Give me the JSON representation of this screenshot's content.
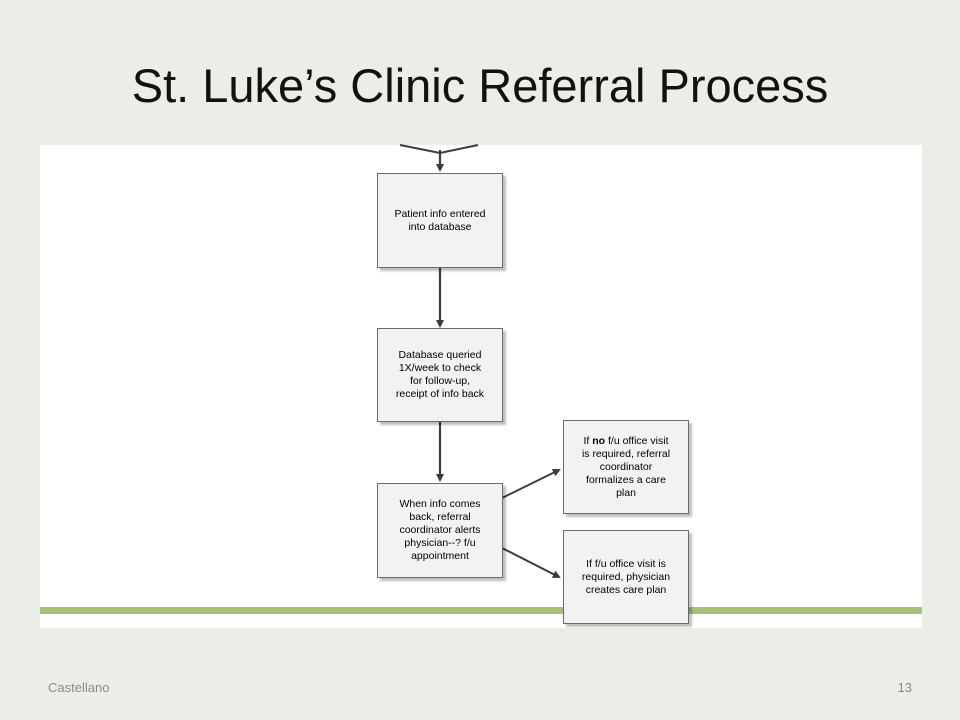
{
  "slide": {
    "title": "St. Luke’s Clinic Referral Process",
    "footer_left": "Castellano",
    "page_number": "13"
  },
  "diagram": {
    "nodes": {
      "entered": {
        "lines": [
          "Patient info entered",
          "into database"
        ]
      },
      "queried": {
        "lines": [
          "Database queried",
          "1X/week to check",
          "for follow-up,",
          "receipt of info back"
        ]
      },
      "alerts": {
        "lines": [
          "When info comes",
          "back, referral",
          "coordinator alerts",
          "physician--? f/u",
          "appointment"
        ]
      },
      "no_visit": {
        "lines_pre": "If ",
        "bold": "no",
        "lines_post": " f/u office visit",
        "lines": [
          "is required, referral",
          "coordinator",
          "formalizes a care",
          "plan"
        ]
      },
      "visit": {
        "lines": [
          "If f/u office visit is",
          "required, physician",
          "creates care plan"
        ]
      }
    },
    "edges": [
      [
        "entry",
        "entered"
      ],
      [
        "entered",
        "queried"
      ],
      [
        "queried",
        "alerts"
      ],
      [
        "alerts",
        "no_visit"
      ],
      [
        "alerts",
        "visit"
      ]
    ]
  },
  "colors": {
    "background": "#edede8",
    "accent_rule": "#a9bf7c",
    "box_fill": "#f2f2f2",
    "arrow": "#3c3c3c"
  }
}
